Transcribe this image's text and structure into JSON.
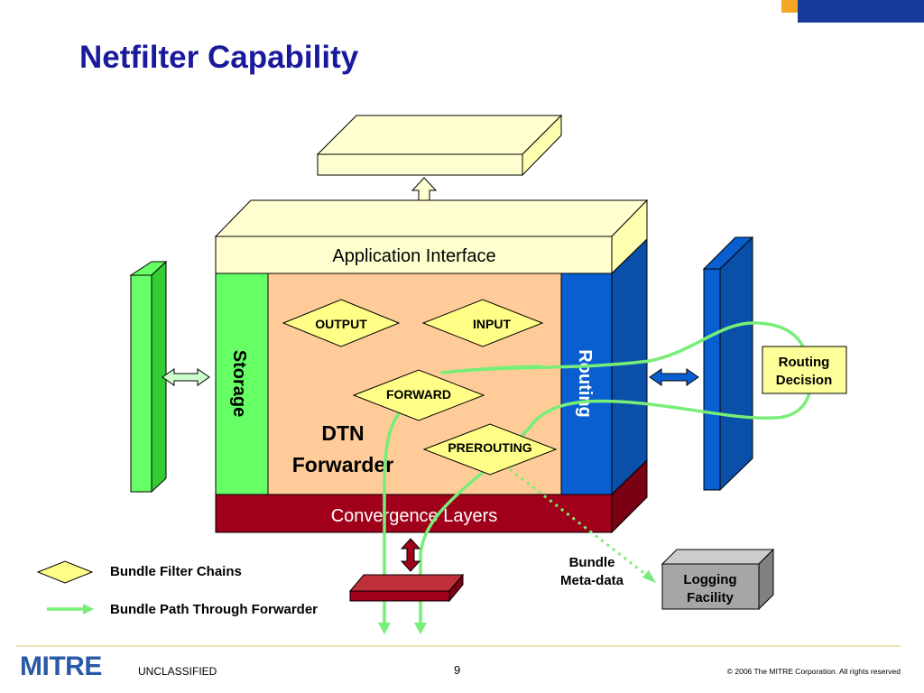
{
  "title": "Netfilter Capability",
  "diagram": {
    "application_interface": "Application Interface",
    "storage": "Storage",
    "routing": "Routing",
    "convergence_layers": "Convergence Layers",
    "dtn_forwarder": [
      "DTN",
      "Forwarder"
    ],
    "chains": {
      "output": "OUTPUT",
      "input": "INPUT",
      "forward": "FORWARD",
      "prerouting": "PREROUTING"
    },
    "routing_decision": [
      "Routing",
      "Decision"
    ],
    "logging_facility": [
      "Logging",
      "Facility"
    ],
    "bundle_metadata": [
      "Bundle",
      "Meta-data"
    ]
  },
  "legend": {
    "filter_chains": "Bundle Filter Chains",
    "bundle_path": "Bundle Path Through Forwarder"
  },
  "footer": {
    "classification": "UNCLASSIFIED",
    "page_number": "9",
    "copyright": "© 2006 The MITRE Corporation. All rights reserved",
    "logo": "MITRE"
  },
  "colors": {
    "title": "#1a1a9c",
    "app_interface": "#ffffd0",
    "storage": "#66ff66",
    "routing": "#0a5fd0",
    "forwarder_body": "#ffcc99",
    "convergence": "#a0001a",
    "chain_diamond": "#ffff88",
    "path": "#77ee77",
    "logging": "#a6a6a6"
  }
}
